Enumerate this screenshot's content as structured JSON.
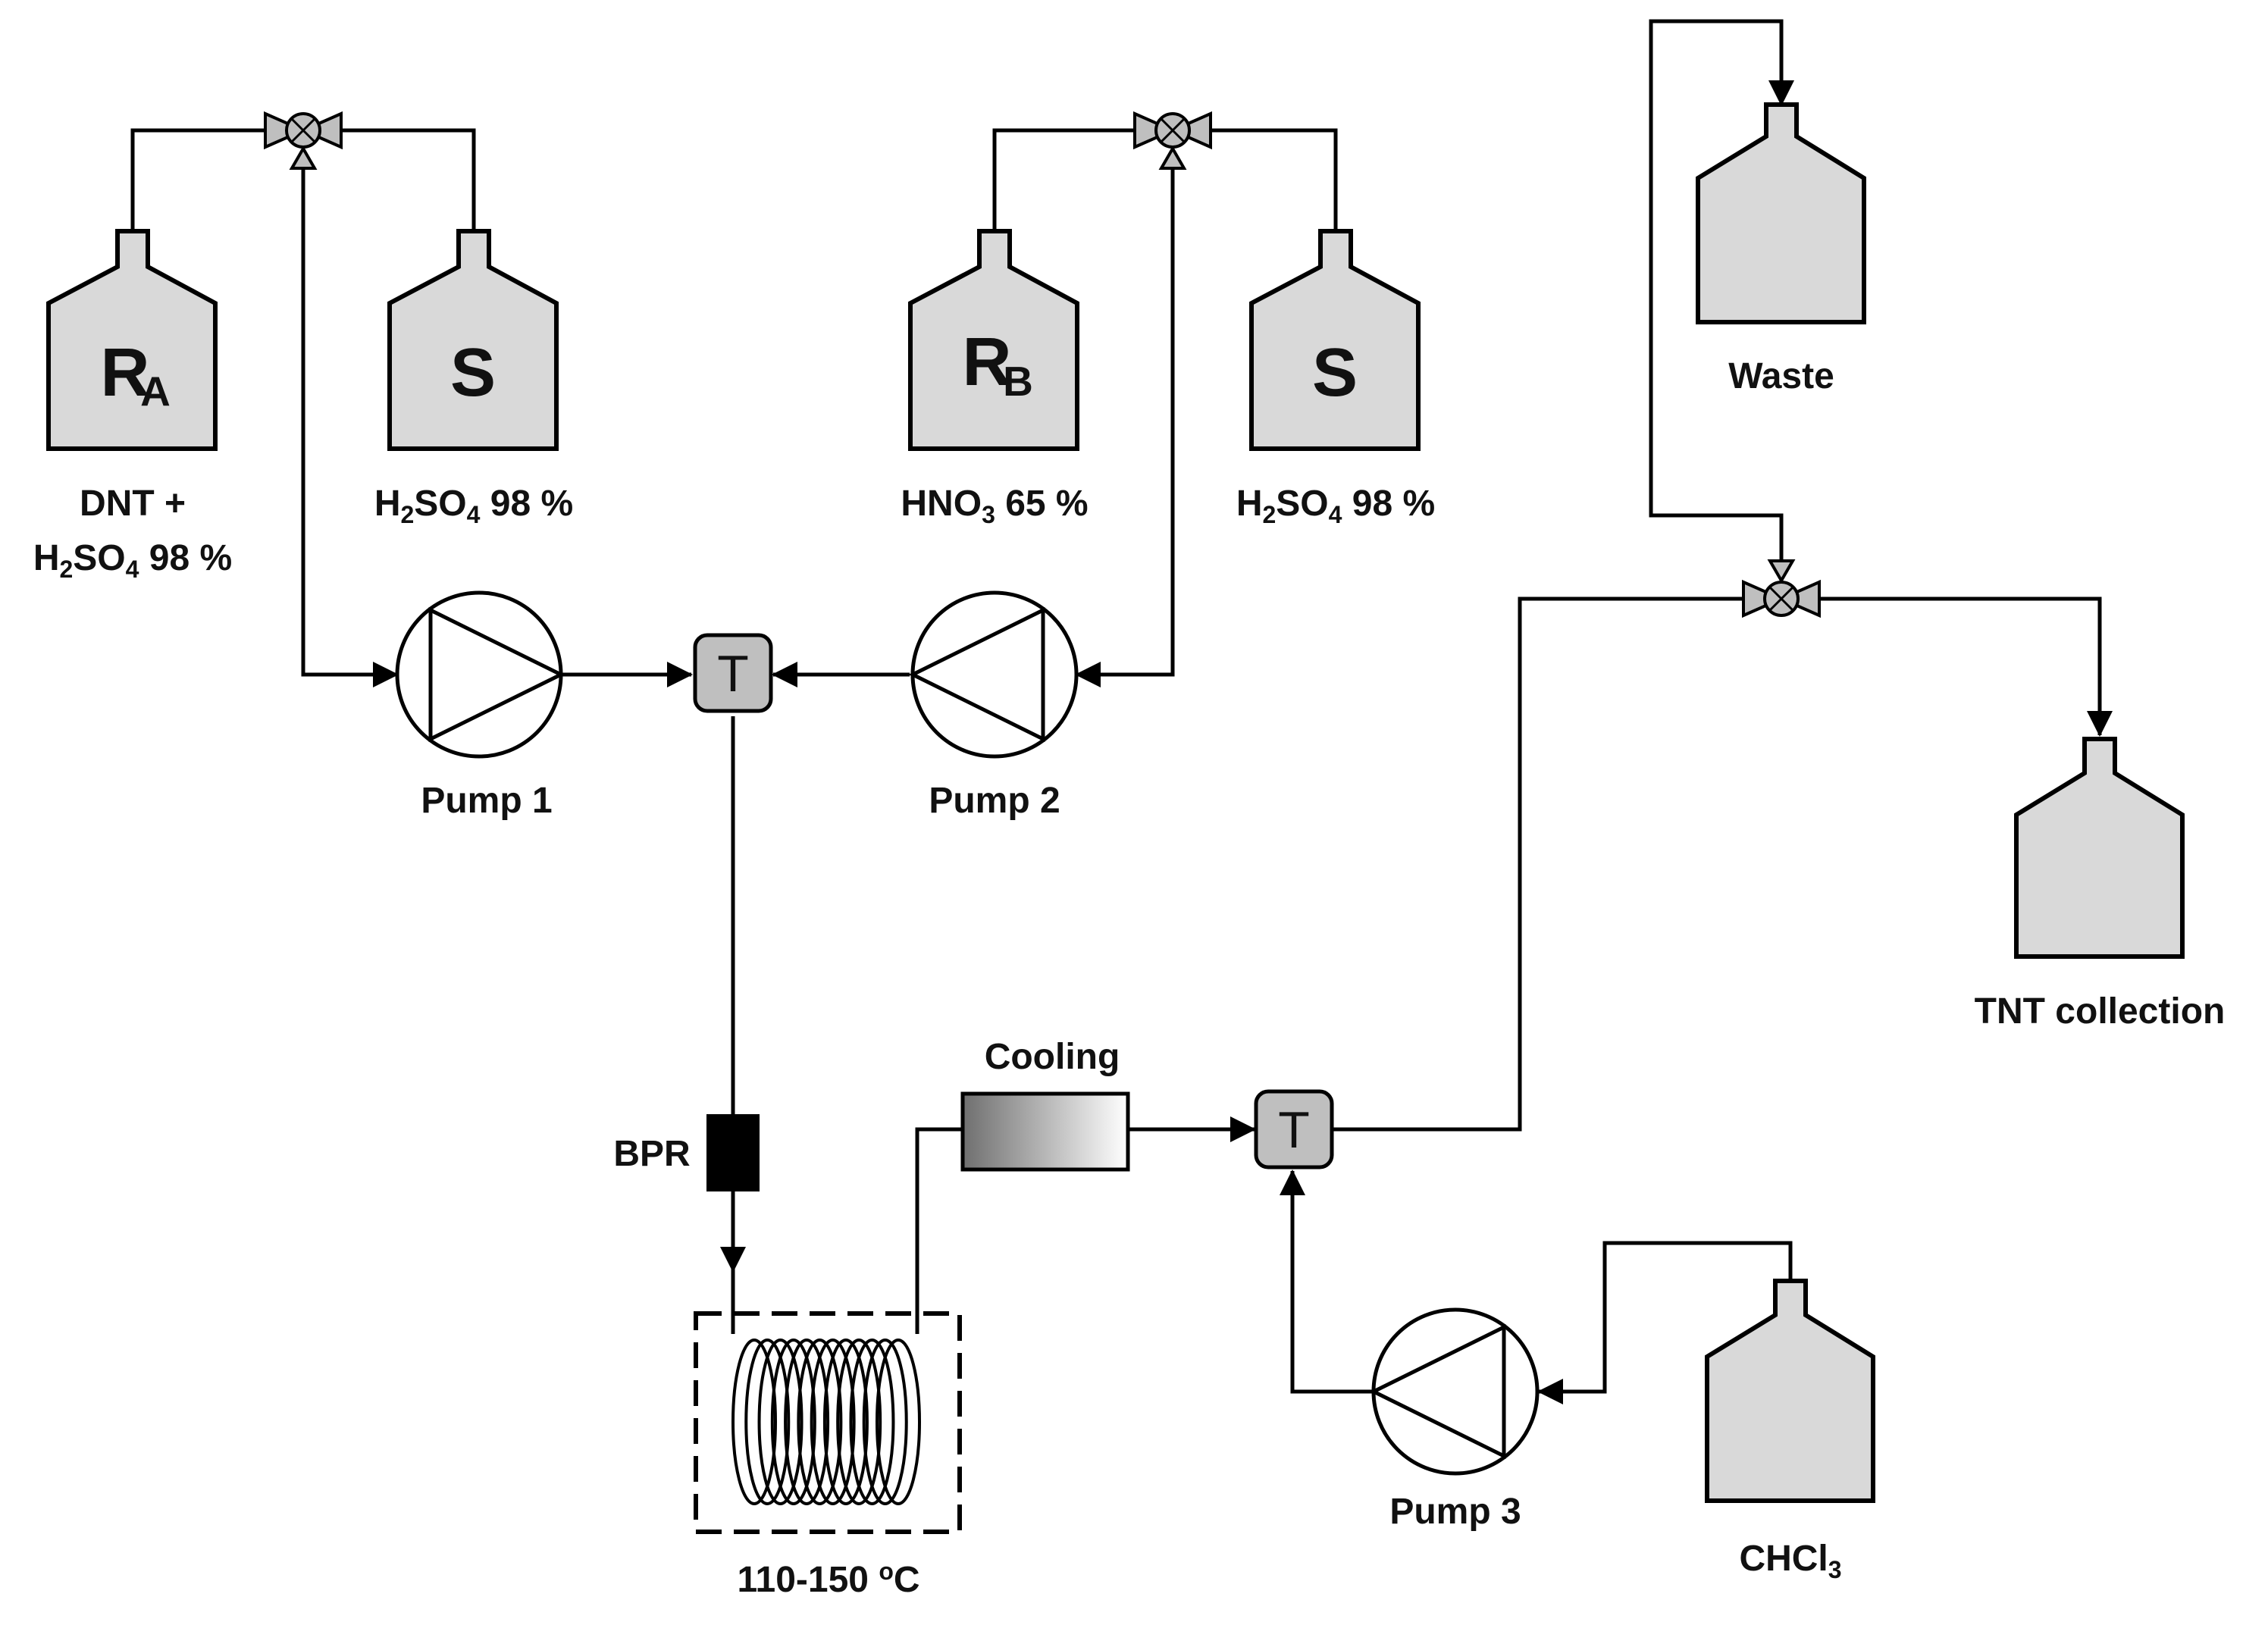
{
  "vessels": {
    "ra": {
      "letter": "R",
      "sub": "A",
      "caption1": "DNT +",
      "caption2": {
        "a": "H",
        "b": "2",
        "c": "SO",
        "d": "4",
        "e": " 98 %"
      }
    },
    "s1": {
      "letter": "S",
      "caption": {
        "a": "H",
        "b": "2",
        "c": "SO",
        "d": "4",
        "e": " 98 %"
      }
    },
    "rb": {
      "letter": "R",
      "sub": "B",
      "caption": {
        "a": "HNO",
        "b": "3",
        "c": " 65 %"
      }
    },
    "s2": {
      "letter": "S",
      "caption": {
        "a": "H",
        "b": "2",
        "c": "SO",
        "d": "4",
        "e": " 98 %"
      }
    },
    "waste": {
      "caption": "Waste"
    },
    "tnt": {
      "caption": "TNT collection"
    },
    "chcl3": {
      "caption": {
        "a": "CHCl",
        "b": "3"
      }
    }
  },
  "pumps": {
    "p1": "Pump 1",
    "p2": "Pump 2",
    "p3": "Pump 3"
  },
  "tees": {
    "t1": "T",
    "t2": "T"
  },
  "bpr": "BPR",
  "cooling": "Cooling",
  "reactor": {
    "temp": "110-150 ",
    "deg": "o",
    "unit": "C"
  }
}
